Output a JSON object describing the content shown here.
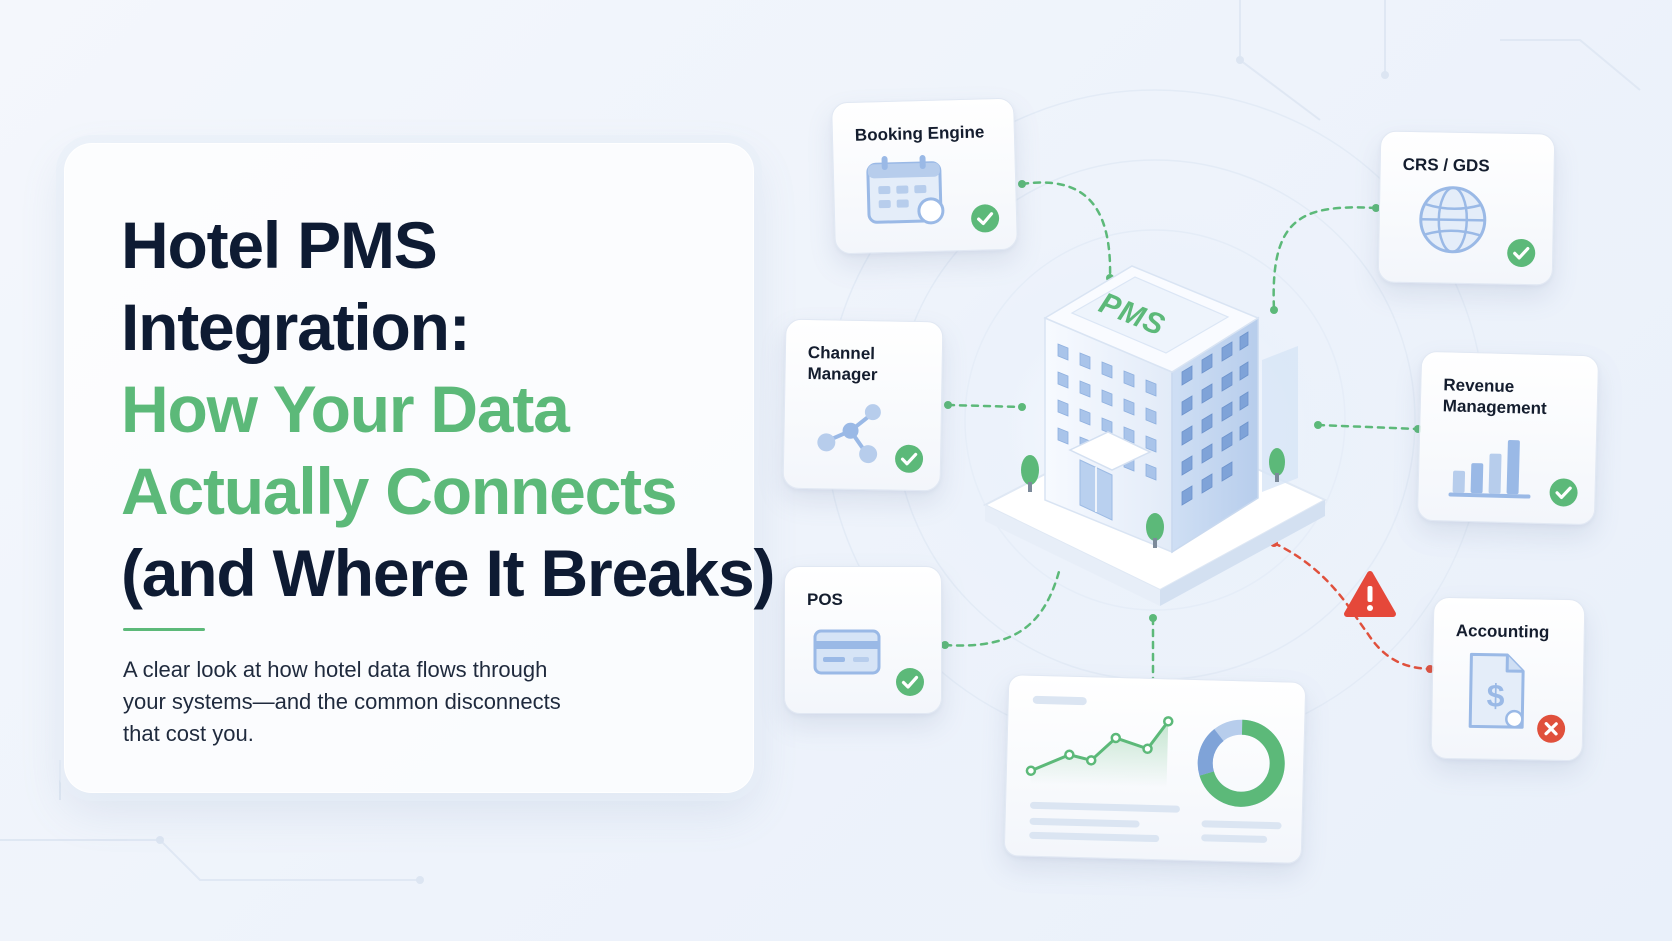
{
  "hero": {
    "title_line_1": "Hotel PMS",
    "title_line_2": "Integration:",
    "highlight_line_1": "How Your Data",
    "highlight_line_2": "Actually Connects",
    "title_line_3": "(and Where It Breaks)",
    "subtitle": "A clear look at how hotel data flows through your systems—and the common disconnects that cost you."
  },
  "hub": {
    "sign": "PMS"
  },
  "nodes": {
    "booking_engine": {
      "label": "Booking Engine",
      "status": "ok"
    },
    "crs_gds": {
      "label": "CRS / GDS",
      "status": "ok"
    },
    "channel_manager": {
      "label": "Channel Manager",
      "status": "ok"
    },
    "revenue_management": {
      "label": "Revenue Management",
      "status": "ok"
    },
    "pos": {
      "label": "POS",
      "status": "ok"
    },
    "accounting": {
      "label": "Accounting",
      "status": "error"
    }
  },
  "colors": {
    "navy": "#0e1b33",
    "green": "#5cb979",
    "blue_icon": "#9ab9e6",
    "error_red": "#e0503c",
    "warning_red": "#e5483a"
  },
  "icons": {
    "booking_engine": "calendar-icon",
    "crs_gds": "globe-icon",
    "channel_manager": "network-nodes-icon",
    "revenue_management": "bar-chart-icon",
    "pos": "credit-card-icon",
    "accounting": "invoice-dollar-icon",
    "ok_status": "checkmark-icon",
    "error_status": "close-icon",
    "broken_link": "warning-icon"
  }
}
